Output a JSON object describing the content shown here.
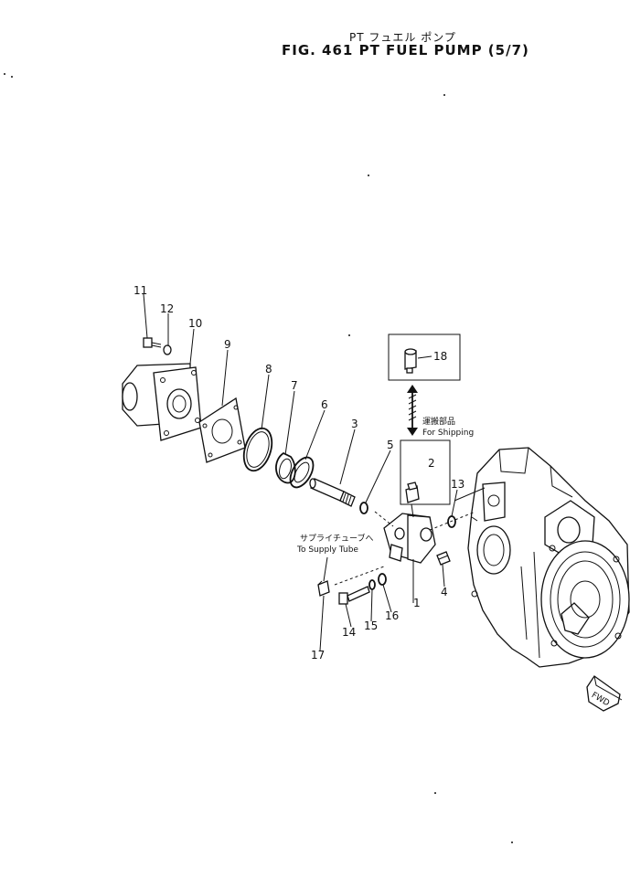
{
  "title": {
    "jp": "PT フュエル ポンプ",
    "en": "FIG. 461  PT FUEL PUMP  (5/7)"
  },
  "notes": {
    "shipping_jp": "運搬部品",
    "shipping_en": "For Shipping",
    "supply_jp": "サプライチューブへ",
    "supply_en": "To Supply Tube",
    "fwd": "FWD"
  },
  "callouts": {
    "p1": "1",
    "p2": "2",
    "p3": "3",
    "p4": "4",
    "p5": "5",
    "p6": "6",
    "p7": "7",
    "p8": "8",
    "p9": "9",
    "p10": "10",
    "p11": "11",
    "p12": "12",
    "p13": "13",
    "p14": "14",
    "p15": "15",
    "p16": "16",
    "p17": "17",
    "p18": "18"
  }
}
